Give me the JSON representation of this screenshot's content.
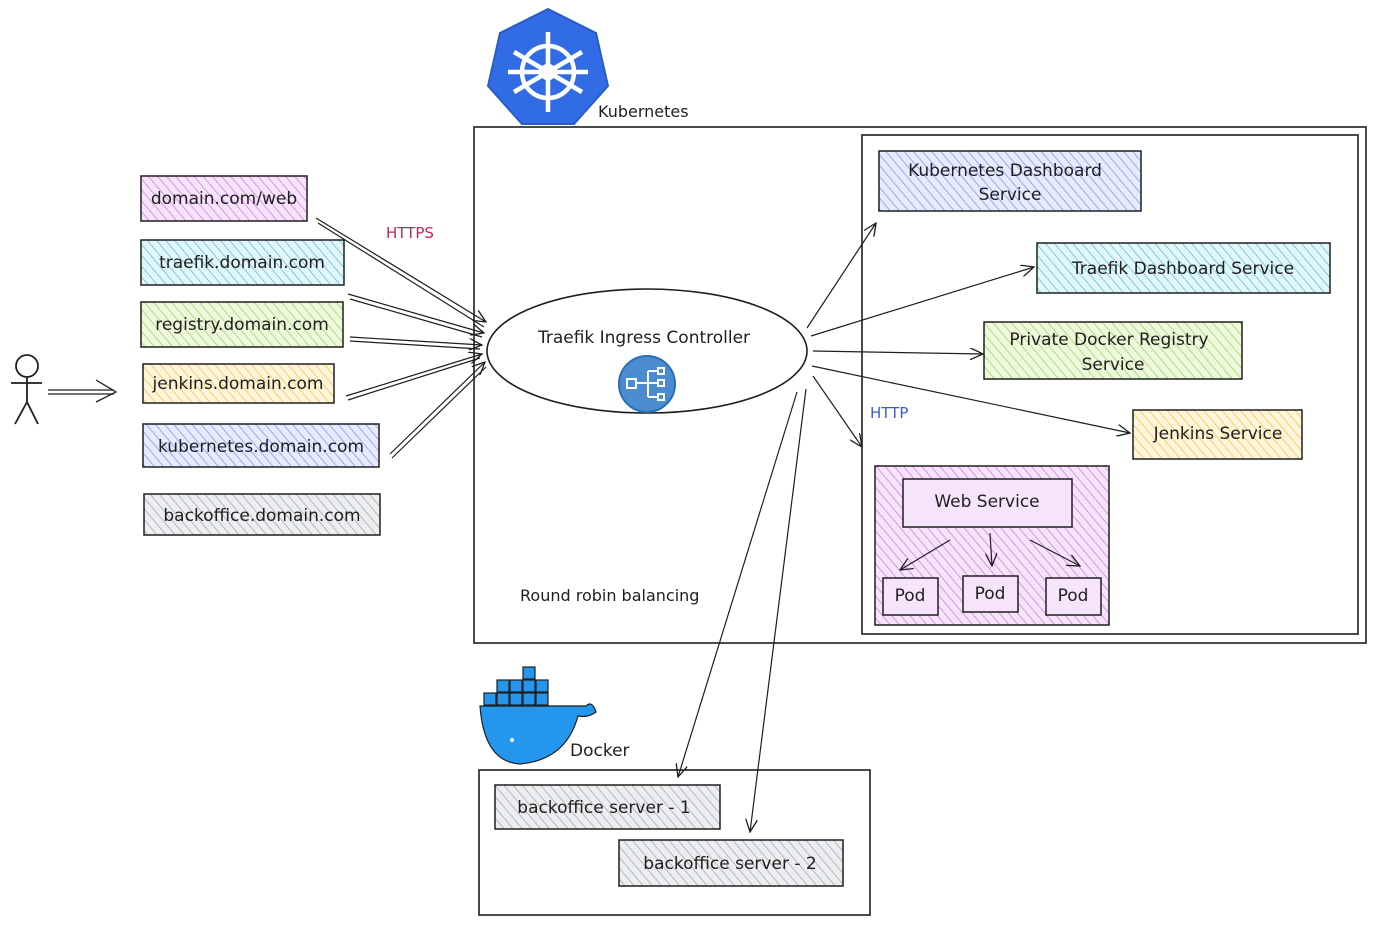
{
  "labels": {
    "kubernetes": "Kubernetes",
    "docker": "Docker",
    "https": "HTTPS",
    "http": "HTTP",
    "round_robin": "Round robin balancing",
    "ingress": "Traefik Ingress Controller"
  },
  "domains": [
    {
      "text": "domain.com/web",
      "color": "#be4bdb"
    },
    {
      "text": "traefik.domain.com",
      "color": "#15aabf"
    },
    {
      "text": "registry.domain.com",
      "color": "#82c91e"
    },
    {
      "text": "jenkins.domain.com",
      "color": "#fab005"
    },
    {
      "text": "kubernetes.domain.com",
      "color": "#4c6ef5"
    },
    {
      "text": "backoffice.domain.com",
      "color": "#868e96"
    }
  ],
  "services": {
    "k8s_dashboard": {
      "line1": "Kubernetes Dashboard",
      "line2": "Service",
      "color": "#4c6ef5"
    },
    "traefik_dashboard": {
      "text": "Traefik Dashboard Service",
      "color": "#15aabf"
    },
    "registry": {
      "line1": "Private Docker Registry",
      "line2": "Service",
      "color": "#82c91e"
    },
    "jenkins": {
      "text": "Jenkins Service",
      "color": "#fab005"
    },
    "web": {
      "text": "Web Service",
      "color": "#be4bdb"
    },
    "pods": [
      "Pod",
      "Pod",
      "Pod"
    ]
  },
  "docker_servers": [
    {
      "text": "backoffice server - 1",
      "color": "#868e96"
    },
    {
      "text": "backoffice server - 2",
      "color": "#868e96"
    }
  ],
  "colors": {
    "https": "#c2255c",
    "http": "#3b5bdb",
    "kubernetes_blue": "#326ce5",
    "docker_blue": "#2496ed"
  },
  "icons": [
    "person-icon",
    "kubernetes-logo-icon",
    "docker-logo-icon",
    "traefik-ingress-icon"
  ]
}
